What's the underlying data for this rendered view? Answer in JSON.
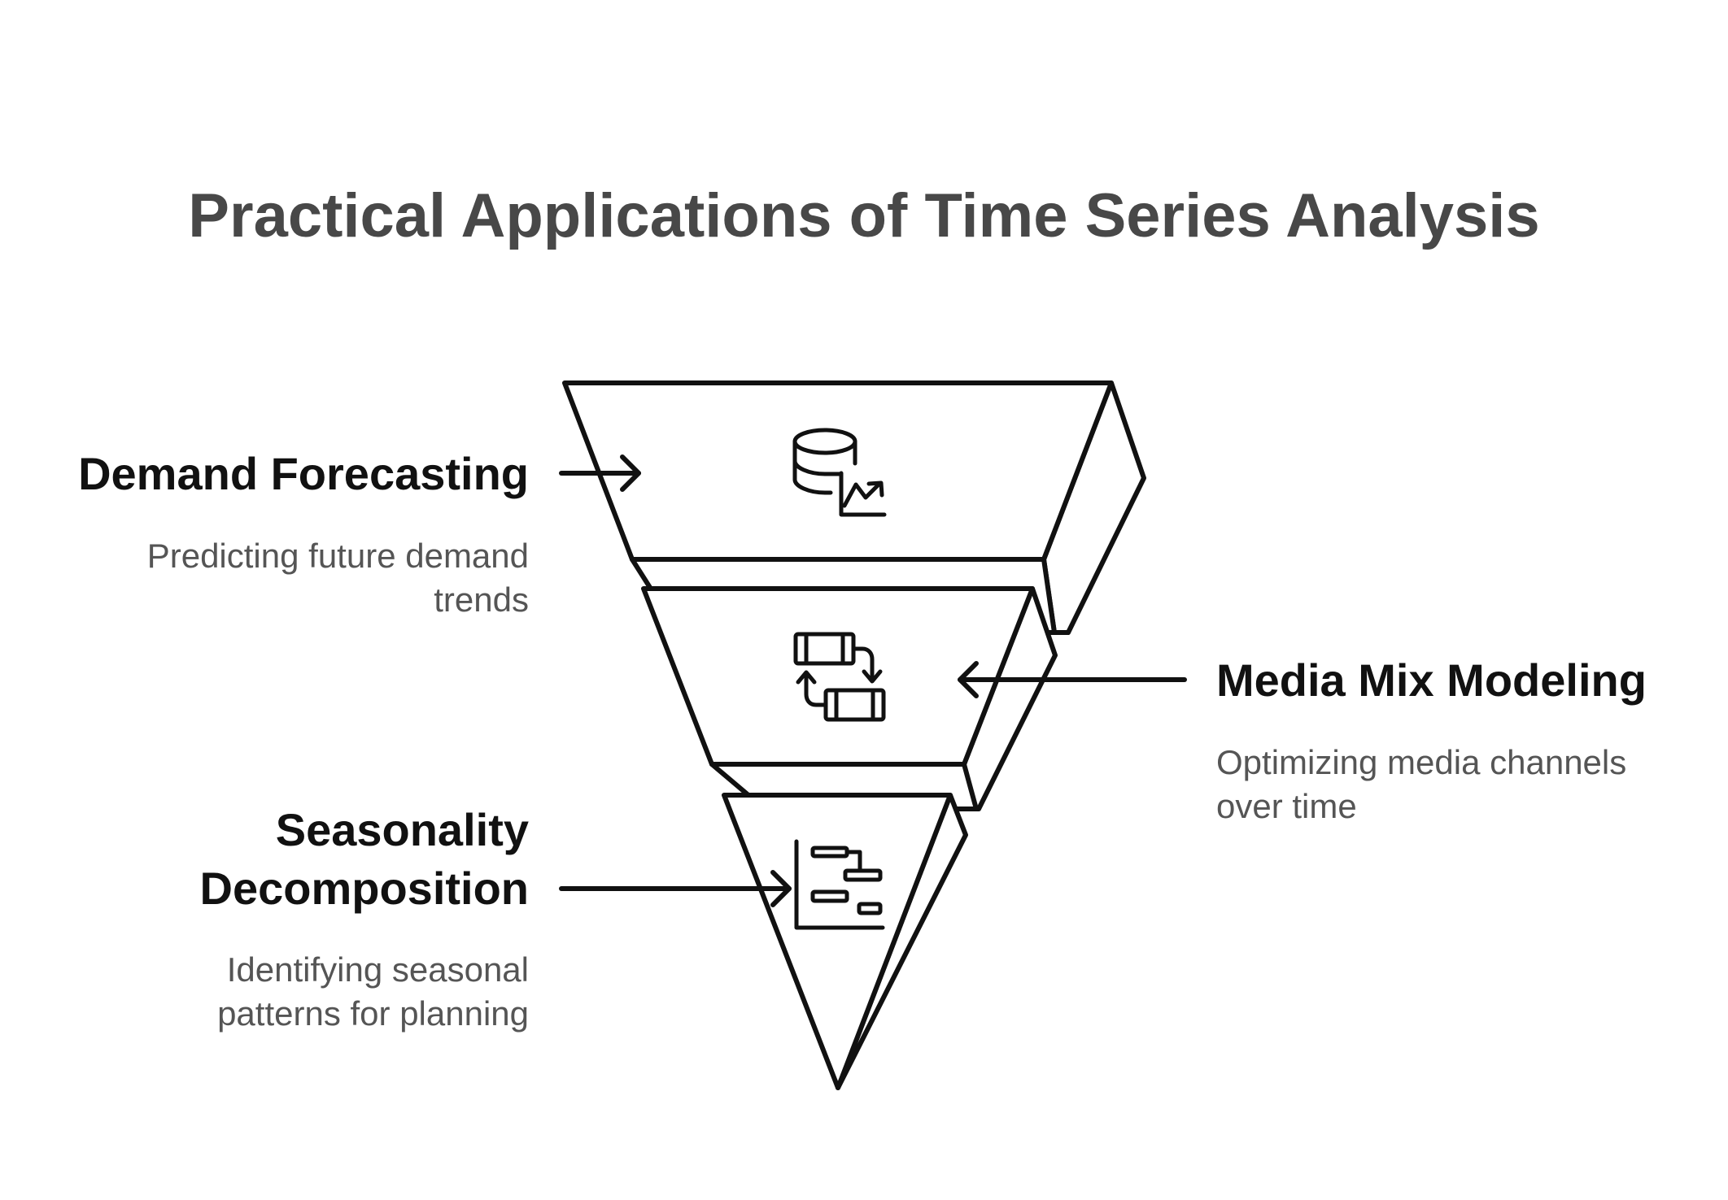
{
  "title": "Practical Applications of Time Series Analysis",
  "items": [
    {
      "label": "Demand Forecasting",
      "description": "Predicting future demand trends",
      "icon": "database-chart-icon"
    },
    {
      "label": "Media Mix Modeling",
      "description": "Optimizing media channels over time",
      "icon": "swap-arrows-icon"
    },
    {
      "label": "Seasonality Decomposition",
      "description": "Identifying seasonal patterns for planning",
      "icon": "gantt-chart-icon"
    }
  ],
  "colors": {
    "stroke": "#111111",
    "title": "#484848",
    "description": "#555555",
    "label": "#111111"
  }
}
